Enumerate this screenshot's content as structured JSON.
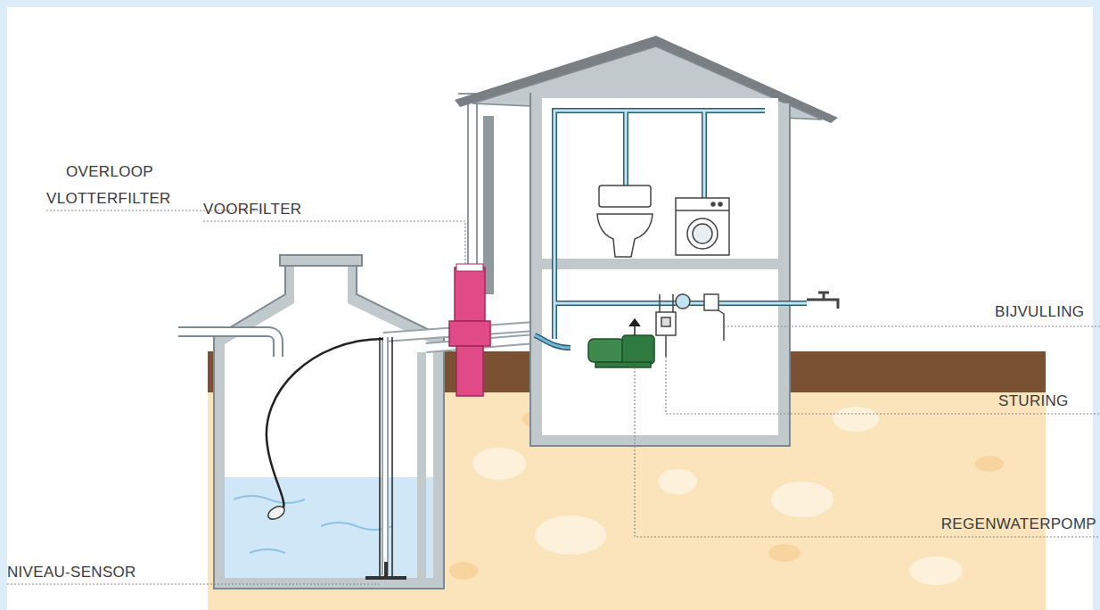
{
  "diagram": {
    "labels": [
      "VOORFILTER",
      "OVERLOOP",
      "VLOTTERFILTER",
      "BIJVULLING",
      "STURING",
      "NIVEAU-SENSOR",
      "REGENWATERPOMP"
    ]
  }
}
